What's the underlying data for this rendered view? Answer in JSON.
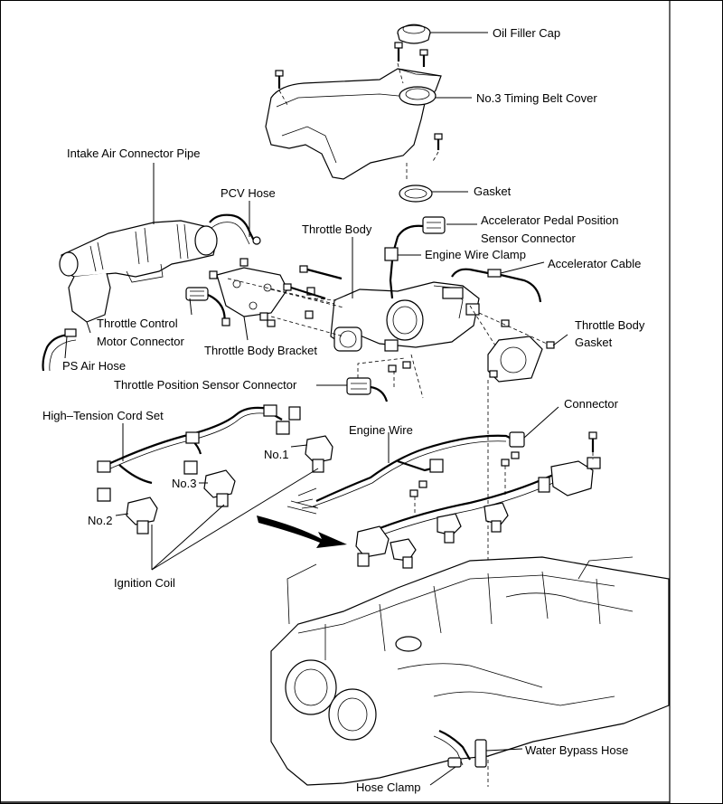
{
  "labels": {
    "oil_filler_cap": "Oil Filler Cap",
    "timing_belt_cover": "No.3 Timing Belt Cover",
    "intake_air_connector_pipe": "Intake Air Connector Pipe",
    "pcv_hose": "PCV Hose",
    "gasket": "Gasket",
    "throttle_body": "Throttle Body",
    "accel_sensor_line1": "Accelerator Pedal Position",
    "accel_sensor_line2": "Sensor Connector",
    "engine_wire_clamp": "Engine Wire Clamp",
    "accelerator_cable": "Accelerator Cable",
    "throttle_control_line1": "Throttle Control",
    "throttle_control_line2": "Motor Connector",
    "throttle_body_gasket_line1": "Throttle Body",
    "throttle_body_gasket_line2": "Gasket",
    "throttle_body_bracket": "Throttle Body Bracket",
    "ps_air_hose": "PS Air Hose",
    "tps_connector": "Throttle Position Sensor Connector",
    "connector": "Connector",
    "high_tension_cord_set": "High–Tension Cord Set",
    "engine_wire": "Engine Wire",
    "no1": "No.1",
    "no3": "No.3",
    "no2": "No.2",
    "ignition_coil": "Ignition Coil",
    "water_bypass_hose": "Water Bypass Hose",
    "hose_clamp": "Hose Clamp"
  }
}
